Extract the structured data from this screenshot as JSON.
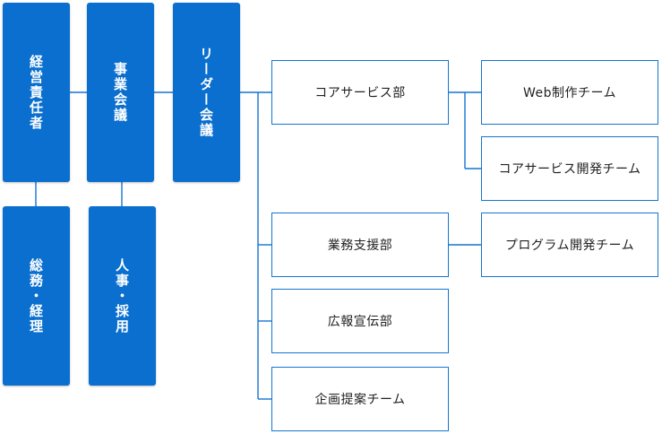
{
  "top_row": [
    {
      "label": "経営責任者"
    },
    {
      "label": "事業会議"
    },
    {
      "label": "リーダー会議"
    }
  ],
  "bottom_row": [
    {
      "label": "総務・経理"
    },
    {
      "label": "人事・採用"
    }
  ],
  "departments": [
    {
      "label": "コアサービス部"
    },
    {
      "label": "業務支援部"
    },
    {
      "label": "広報宣伝部"
    },
    {
      "label": "企画提案チーム"
    }
  ],
  "teams": [
    {
      "label": "Web制作チーム"
    },
    {
      "label": "コアサービス開発チーム"
    },
    {
      "label": "プログラム開発チーム"
    }
  ],
  "colors": {
    "box_fill": "#0a6fcf",
    "line": "#1475cf"
  }
}
